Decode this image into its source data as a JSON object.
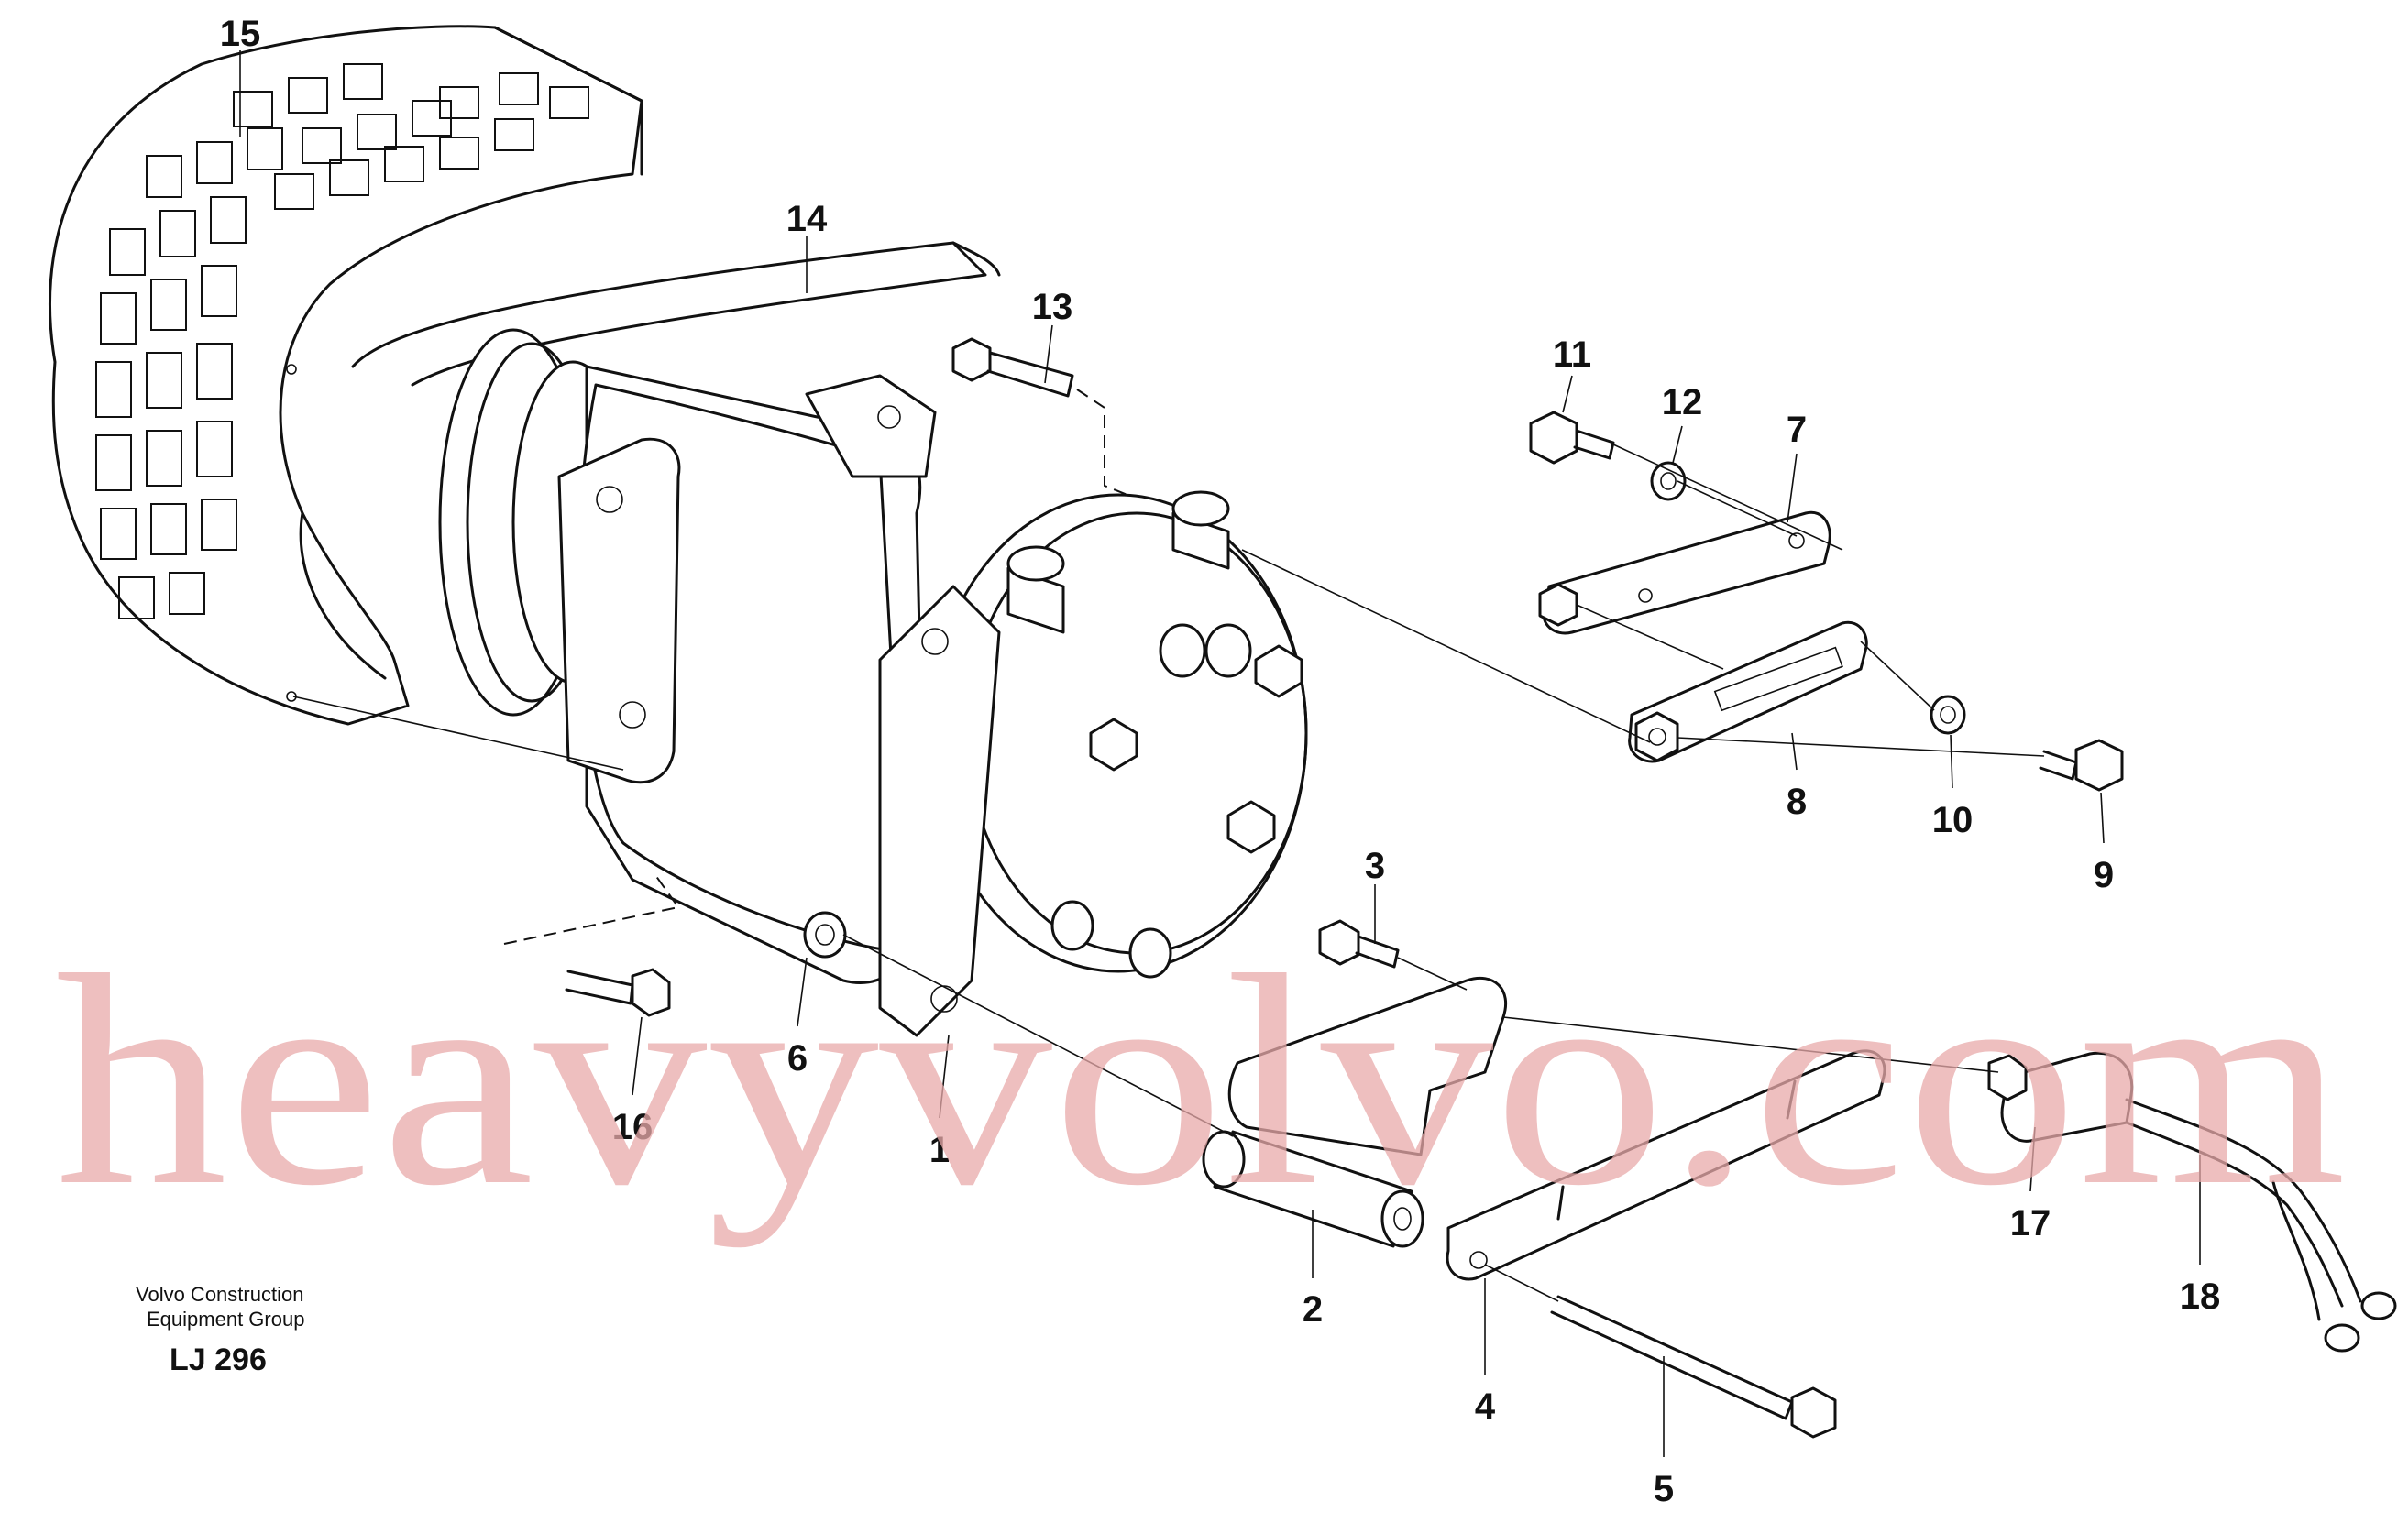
{
  "diagram": {
    "callouts": [
      "1",
      "2",
      "3",
      "4",
      "5",
      "6",
      "7",
      "8",
      "9",
      "10",
      "11",
      "12",
      "13",
      "14",
      "15",
      "16",
      "17",
      "18"
    ],
    "caption": {
      "line1": "Volvo Construction",
      "line2": "Equipment Group",
      "code": "LJ 296"
    },
    "watermark": "heavyvolvo.com"
  }
}
